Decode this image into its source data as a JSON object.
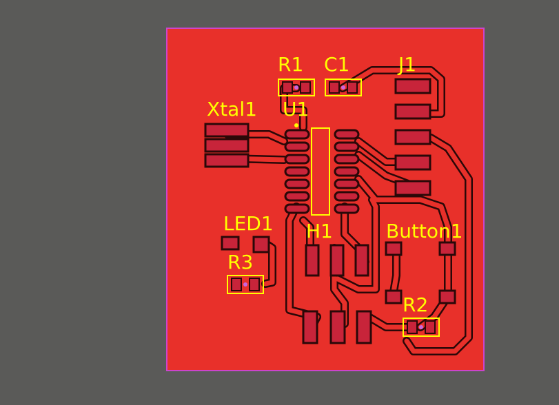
{
  "colors": {
    "background": "#5a5a58",
    "board_fill": "#e8302a",
    "board_outline": "#cc44cc",
    "trace_gap": "#2a0808",
    "pad": "#c8243a",
    "silkscreen": "#ffff00",
    "via": "#cc66dd"
  },
  "labels": {
    "r1": "R1",
    "c1": "C1",
    "j1": "J1",
    "xtal1": "Xtal1",
    "u1": "U1",
    "led1": "LED1",
    "h1": "H1",
    "button1": "Button1",
    "r3": "R3",
    "r2": "R2"
  }
}
